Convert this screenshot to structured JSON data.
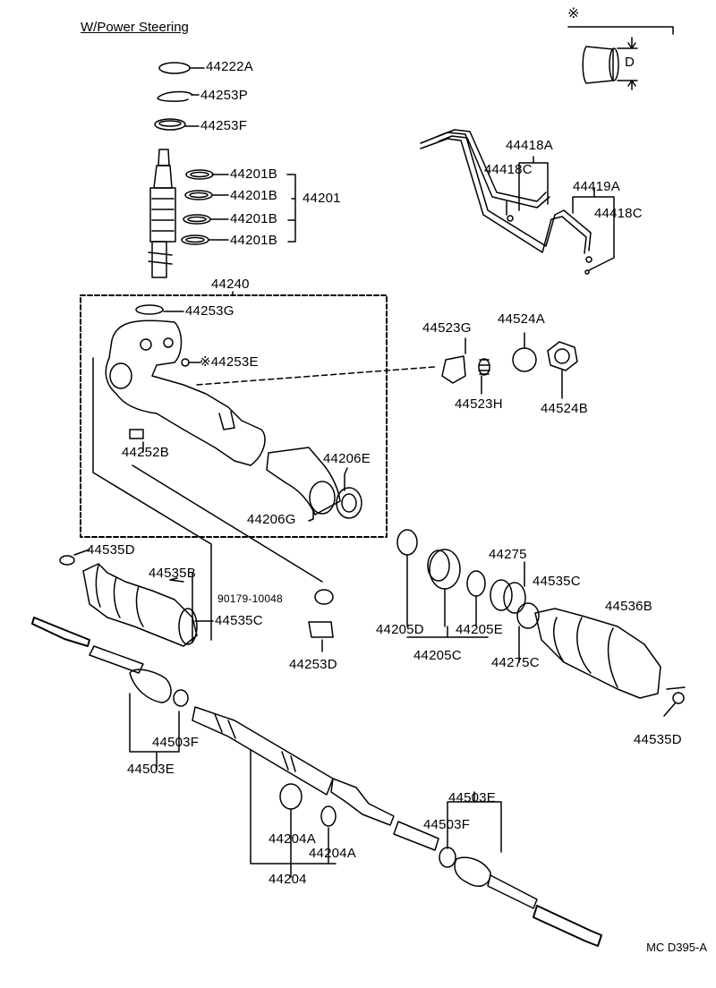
{
  "title": "W/Power Steering",
  "diagram_code": "MC D395-A",
  "detail": {
    "symbol": "※",
    "dimension_label": "D"
  },
  "parts": {
    "p44222A": "44222A",
    "p44253P": "44253P",
    "p44253F": "44253F",
    "p44201B_1": "44201B",
    "p44201B_2": "44201B",
    "p44201B_3": "44201B",
    "p44201B_4": "44201B",
    "p44201": "44201",
    "p44418A": "44418A",
    "p44418C_1": "44418C",
    "p44419A": "44419A",
    "p44418C_2": "44418C",
    "p44240": "44240",
    "p44253G": "44253G",
    "p44253E": "※44253E",
    "p44252B": "44252B",
    "p44206E": "44206E",
    "p44206G": "44206G",
    "p44523G": "44523G",
    "p44524A": "44524A",
    "p44523H": "44523H",
    "p44524B": "44524B",
    "p44535D_1": "44535D",
    "p44535B": "44535B",
    "p90179": "90179-10048",
    "p44535C_1": "44535C",
    "p44253D": "44253D",
    "p44275": "44275",
    "p44535C_2": "44535C",
    "p44536B": "44536B",
    "p44205D": "44205D",
    "p44205E": "44205E",
    "p44205C": "44205C",
    "p44275C": "44275C",
    "p44535D_2": "44535D",
    "p44503F_1": "44503F",
    "p44503E_1": "44503E",
    "p44503E_2": "44503E",
    "p44503F_2": "44503F",
    "p44204A_1": "44204A",
    "p44204A_2": "44204A",
    "p44204": "44204"
  }
}
